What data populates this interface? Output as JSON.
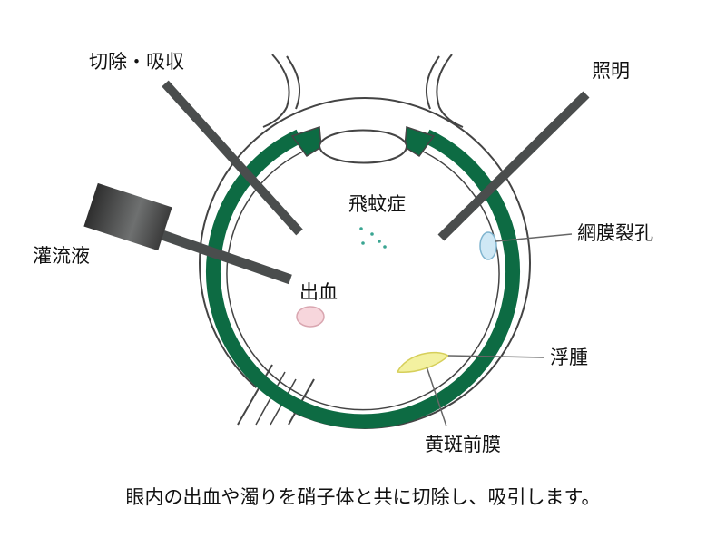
{
  "labels": {
    "excision": "切除・吸収",
    "illumination": "照明",
    "floaters": "飛蚊症",
    "irrigation": "灌流液",
    "hemorrhage": "出血",
    "retinal_tear": "網膜裂孔",
    "edema": "浮腫",
    "epiretinal_membrane": "黄斑前膜"
  },
  "caption": "眼内の出血や濁りを硝子体と共に切除し、吸引します。",
  "colors": {
    "retina": "#0d6b43",
    "outline": "#444444",
    "instrument": "#4a4d4d",
    "hemorrhage": "#f7d6dc",
    "tear": "#cfe8f5",
    "edema": "#f3f1a0",
    "floaters": "#3aa592"
  }
}
